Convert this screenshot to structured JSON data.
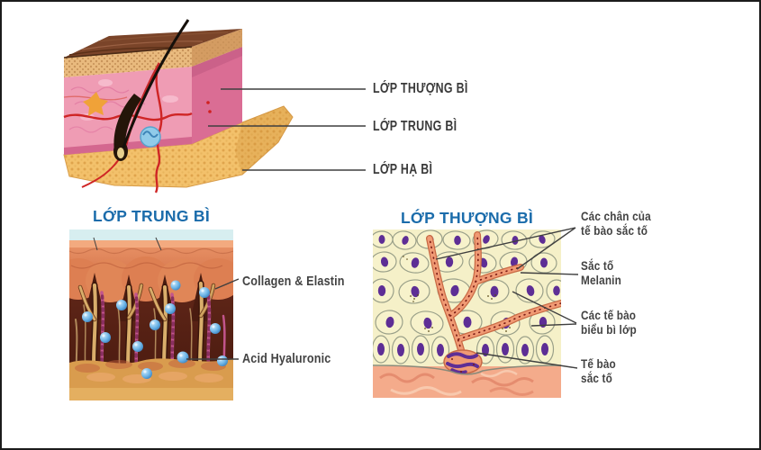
{
  "page": {
    "background": "#ffffff",
    "frame_border": "#1c1c1c",
    "title_blue": "#1b6cab",
    "connector_gray": "#3f3f3f",
    "label_gray": "#424242"
  },
  "top_diagram": {
    "description": "3D cross-section of skin with hair follicle, blood vessels and fat layer",
    "labels": [
      {
        "text": "LỚP THƯỢNG BÌ"
      },
      {
        "text": "LỚP TRUNG BÌ"
      },
      {
        "text": "LỚP HẠ BÌ"
      }
    ]
  },
  "left_panel": {
    "title": "LỚP TRUNG BÌ",
    "description": "Dermis close-up with collagen fibers and hyaluronic acid spheres",
    "labels": [
      {
        "text": "Collagen & Elastin"
      },
      {
        "text": "Acid Hyaluronic"
      }
    ]
  },
  "right_panel": {
    "title": "LỚP THƯỢNG BÌ",
    "description": "Epidermis close-up with keratinocytes and a melanocyte",
    "labels": [
      {
        "text": "Các chân của\ntế bào sắc tố"
      },
      {
        "text": "Sắc tố\nMelanin"
      },
      {
        "text": "Các tế bào\nbiểu bì lớp"
      },
      {
        "text": "Tế bào\nsắc tố"
      }
    ]
  }
}
